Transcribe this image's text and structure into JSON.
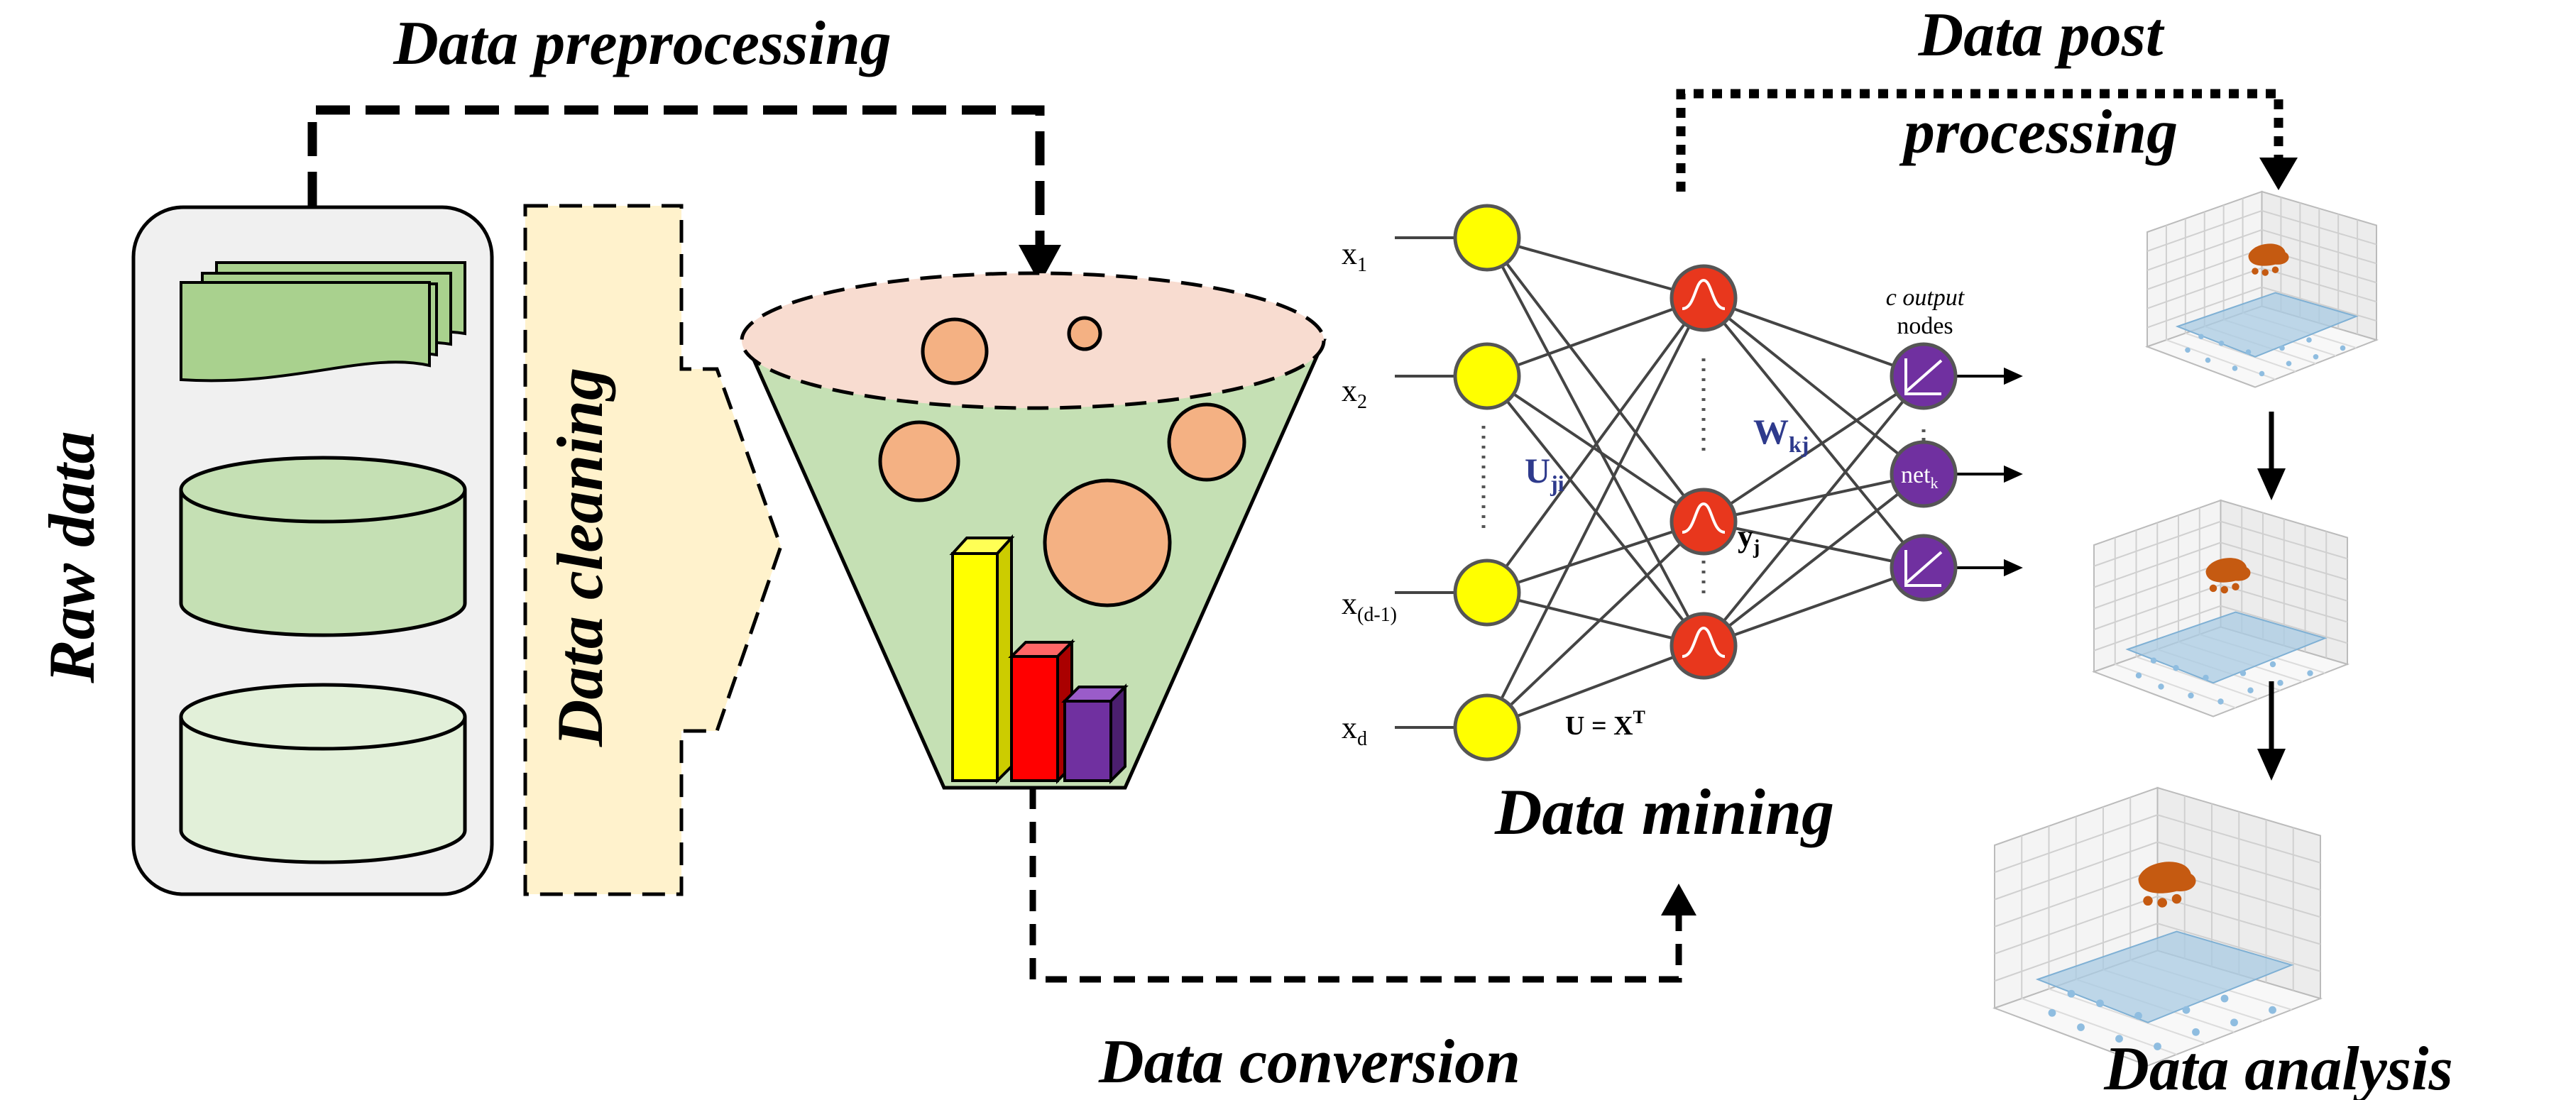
{
  "labels": {
    "preprocessing": "Data preprocessing",
    "post_processing_line1": "Data post",
    "post_processing_line2": "processing",
    "raw_data": "Raw data",
    "cleaning": "Data cleaning",
    "mining": "Data mining",
    "conversion": "Data conversion",
    "analysis": "Data analysis"
  },
  "network": {
    "inputs": [
      "x",
      "x",
      "x",
      "x"
    ],
    "input_subscripts": [
      "1",
      "2",
      "(d-1)",
      "d"
    ],
    "u_label": "U",
    "u_sub": "ji",
    "w_label": "W",
    "w_sub": "kj",
    "y_label": "y",
    "y_sub": "j",
    "u_eq": "U = X",
    "u_eq_sup": "T",
    "output_caption_line1": "c output",
    "output_caption_line2": "nodes",
    "net_label": "net",
    "net_sub": "k"
  },
  "colors": {
    "green_dark": "#a9d18e",
    "green_mid": "#c5e0b4",
    "green_light": "#e2f0d9",
    "cleaning_fill": "#fff2cc",
    "funnel_top": "#f8dcd0",
    "funnel_body": "#c5e0b4",
    "circle": "#f4b183",
    "bar_yellow": "#ffff00",
    "bar_red": "#ff0000",
    "bar_purple": "#7030a0",
    "node_yellow": "#ffff00",
    "node_red": "#e8371d",
    "node_purple": "#7030a0",
    "surface_blue": "#a9cbe3",
    "blob": "#c55a11"
  }
}
